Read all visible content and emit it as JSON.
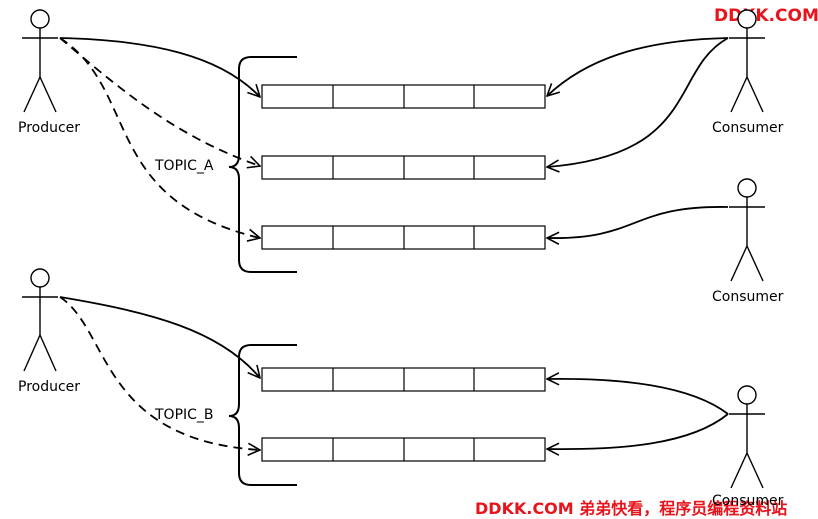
{
  "watermark_top": "DDKK.COM",
  "watermark_bottom": "DDKK.COM 弟弟快看，程序员编程资料站",
  "topics": [
    {
      "name": "TOPIC_A"
    },
    {
      "name": "TOPIC_B"
    }
  ],
  "actors": [
    {
      "id": "producer-a",
      "label": "Producer"
    },
    {
      "id": "producer-b",
      "label": "Producer"
    },
    {
      "id": "consumer-1",
      "label": "Consumer"
    },
    {
      "id": "consumer-2",
      "label": "Consumer"
    },
    {
      "id": "consumer-3",
      "label": "Consumer"
    }
  ],
  "colors": {
    "line": "#000000",
    "watermark": "#e8141c"
  }
}
